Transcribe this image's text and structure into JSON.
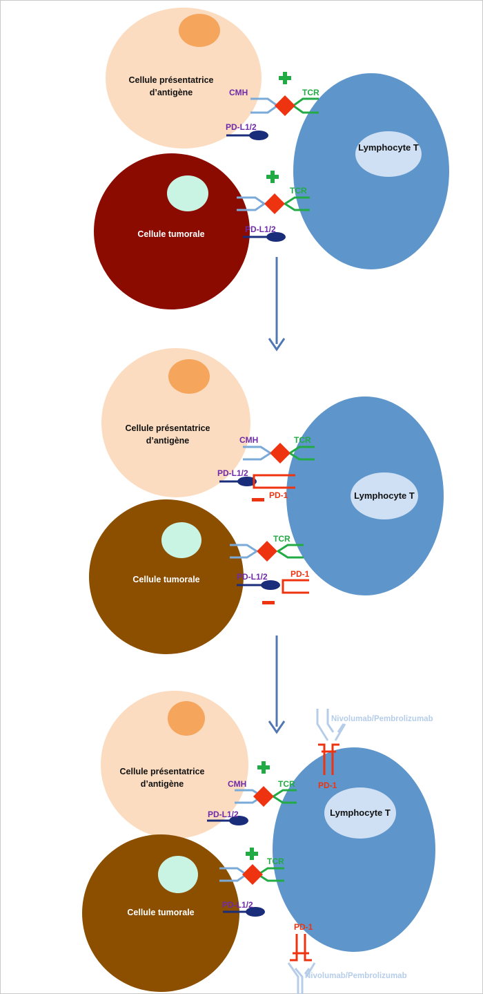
{
  "labels": {
    "apc_line1": "Cellule présentatrice",
    "apc_line2": "d’antigène",
    "tumor": "Cellule tumorale",
    "tcell": "Lymphocyte T",
    "cmh": "CMH",
    "tcr": "TCR",
    "pdl": "PD-L1/2",
    "pd1": "PD-1",
    "antibody": "Nivolumab/Pembrolizumab"
  },
  "colors": {
    "apc": "#fcdcc0",
    "apc_nucleus": "#f5a55c",
    "tumor_active": "#8b0b00",
    "tumor_inhibited": "#8c4f00",
    "tumor_nucleus": "#c9f4e4",
    "tcell": "#5e96cb",
    "tcell_nucleus": "#cfe0f5",
    "cmh": "#7aaad8",
    "tcr": "#22aa44",
    "antigen": "#ee3311",
    "pdl": "#1a2d7a",
    "pd1": "#ee3311",
    "plus": "#22aa44",
    "minus": "#ee3311",
    "arrow": "#5077b2",
    "antibody": "#b6cdea",
    "label_purple": "#6e2aa8",
    "label_green": "#22aa44",
    "label_red": "#ee3311"
  }
}
